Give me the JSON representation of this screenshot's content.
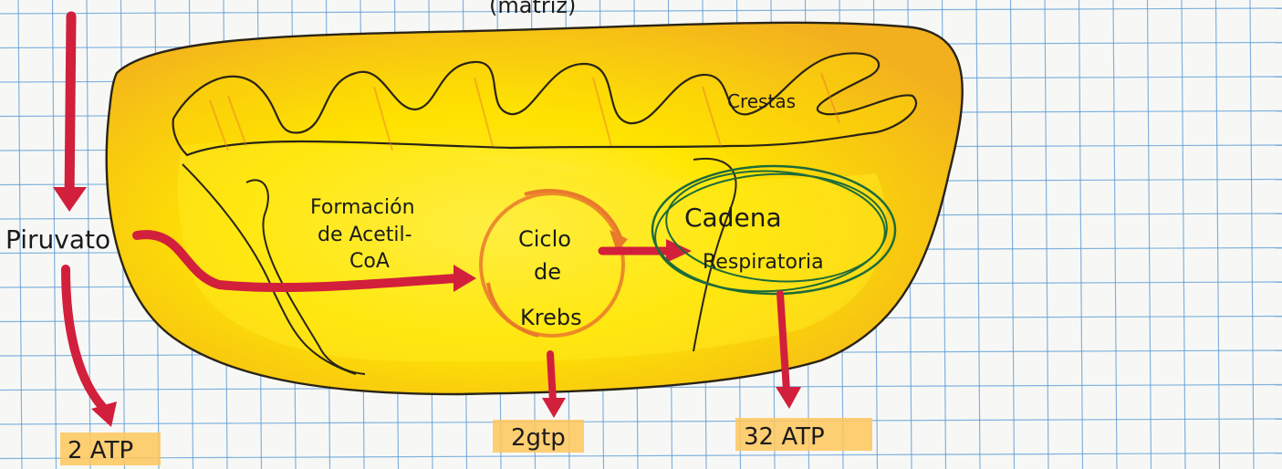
{
  "labels": {
    "top_label": "(matriz)",
    "crestas": "Crestas",
    "piruvato": "Piruvato",
    "formacion_line1": "Formación",
    "formacion_line2": "de Acetil-",
    "formacion_line3": "CoA",
    "ciclo_line1": "Ciclo",
    "ciclo_line2": "de",
    "ciclo_line3": "Krebs",
    "cadena_line1": "Cadena",
    "cadena_line2": "Respiratoria"
  },
  "outputs": {
    "glycolysis": "2 ATP",
    "krebs": "2gtp",
    "chain": "32 ATP"
  },
  "colors": {
    "grid_line": "#5b9bd5",
    "paper": "#f7f8f6",
    "mito_fill_outer": "#f2b01e",
    "mito_fill_inner": "#ffe600",
    "mito_highlight": "#fff36b",
    "outline": "#2a2416",
    "arrow_red": "#d21f3c",
    "krebs_orange": "#e9792b",
    "chain_green": "#1e6b3a",
    "label_highlight": "#ffc75a"
  }
}
